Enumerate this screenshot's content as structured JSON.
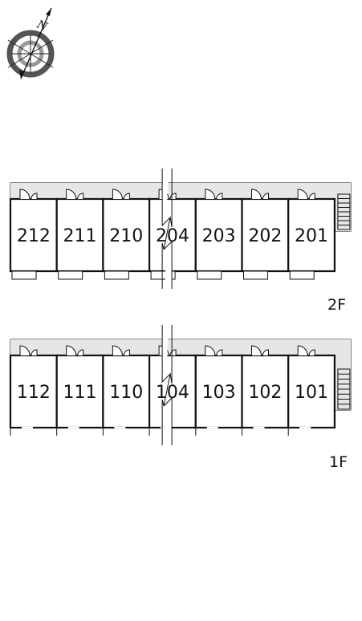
{
  "compass": {
    "label": "N",
    "icon": "compass-rose-icon"
  },
  "floors": [
    {
      "id": "2f",
      "label": "2F",
      "rooms": [
        "212",
        "211",
        "210",
        "204",
        "203",
        "202",
        "201"
      ],
      "stair_side": "right"
    },
    {
      "id": "1f",
      "label": "1F",
      "rooms": [
        "112",
        "111",
        "110",
        "104",
        "103",
        "102",
        "101"
      ],
      "stair_side": "right"
    }
  ],
  "colors": {
    "wall": "#111111",
    "corridor": "#e6e6e6",
    "background": "#ffffff"
  }
}
